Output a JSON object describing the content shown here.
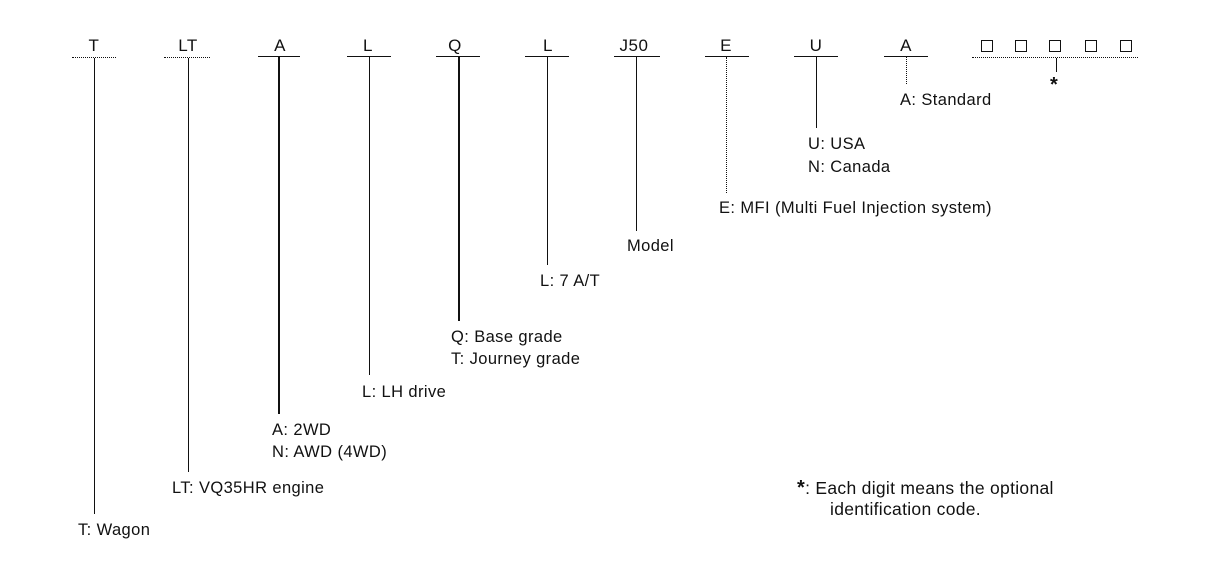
{
  "codes": {
    "pos1": "T",
    "pos2": "LT",
    "pos3": "A",
    "pos4": "L",
    "pos5": "Q",
    "pos6": "L",
    "pos7": "J50",
    "pos8": "E",
    "pos9": "U",
    "pos10": "A"
  },
  "labels": {
    "pos1": [
      "T: Wagon"
    ],
    "pos2": [
      "LT: VQ35HR engine"
    ],
    "pos3": [
      "A: 2WD",
      "N: AWD (4WD)"
    ],
    "pos4": [
      "L: LH drive"
    ],
    "pos5": [
      "Q: Base grade",
      "T: Journey grade"
    ],
    "pos6": [
      "L: 7 A/T"
    ],
    "pos7": [
      "Model"
    ],
    "pos8": [
      "E: MFI (Multi Fuel Injection system)"
    ],
    "pos9": [
      "U: USA",
      "N: Canada"
    ],
    "pos10": [
      "A: Standard"
    ]
  },
  "optional_boxes": 5,
  "star": "*",
  "footnote": {
    "symbol": "*",
    "lines": [
      ": Each digit means the optional",
      "identification code."
    ]
  }
}
